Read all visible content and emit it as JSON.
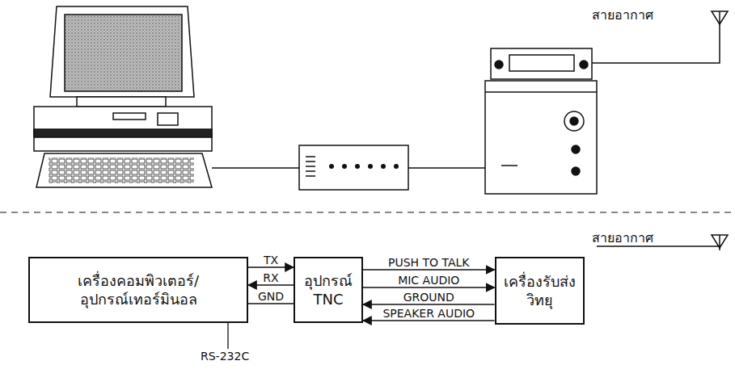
{
  "diagram": {
    "nodes": [
      {
        "text": [
          "เครื่องคอมพิวเตอร์/ อุปกรณ์เทอร์มินอล"
        ]
      },
      {
        "text": [
          "อุปกรณ์ TNC"
        ]
      },
      {
        "text": [
          "เครื่องรับส่ง วิทยุ"
        ]
      }
    ],
    "edges": [
      {
        "from": 0,
        "to": 1,
        "label": "TX",
        "arrow": "to"
      },
      {
        "from": 1,
        "to": 0,
        "label": "RX",
        "arrow": "to"
      },
      {
        "from": 0,
        "to": 1,
        "label": "GND",
        "arrow": "none"
      },
      {
        "from": 1,
        "to": 2,
        "label": "PUSH TO TALK",
        "arrow": "to"
      },
      {
        "from": 1,
        "to": 2,
        "label": "MIC AUDIO",
        "arrow": "to"
      },
      {
        "from": 2,
        "to": 1,
        "label": "GROUND",
        "arrow": "to"
      },
      {
        "from": 2,
        "to": 1,
        "label": "SPEAKER AUDIO",
        "arrow": "to"
      }
    ],
    "labels": [
      "สายอากาศ",
      "สายอากาศ",
      "RS-232C"
    ]
  }
}
